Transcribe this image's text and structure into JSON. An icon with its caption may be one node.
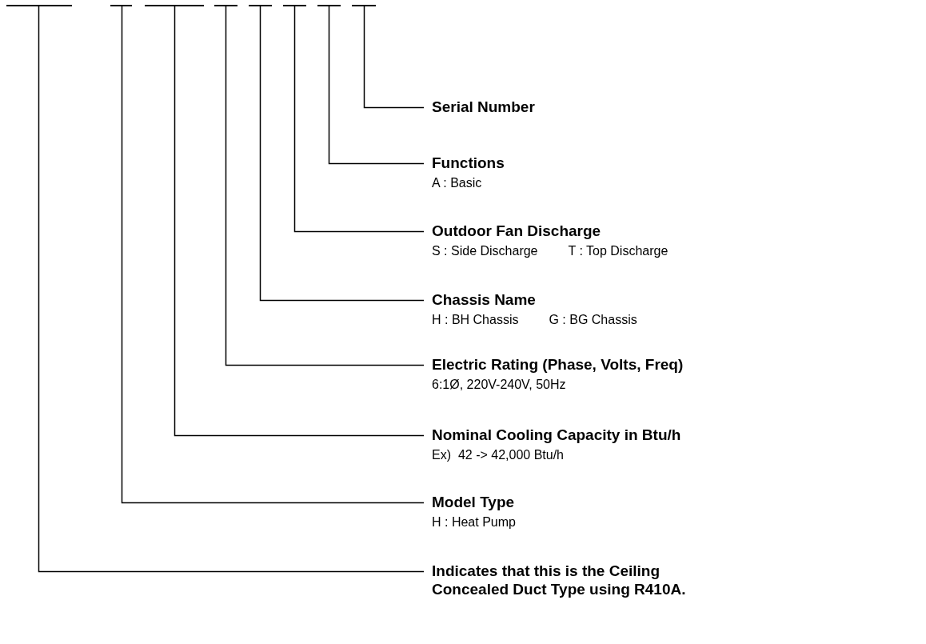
{
  "diagram": {
    "nodes": [
      {
        "text": [],
        "shape": "bar"
      },
      {
        "text": [],
        "shape": "bar"
      },
      {
        "text": [],
        "shape": "bar"
      },
      {
        "text": [],
        "shape": "bar"
      },
      {
        "text": [],
        "shape": "bar"
      },
      {
        "text": [],
        "shape": "bar"
      },
      {
        "text": [],
        "shape": "bar"
      },
      {
        "text": [],
        "shape": "bar"
      },
      {
        "text": [
          "Serial Number"
        ]
      },
      {
        "text": [
          "Functions",
          "A : Basic"
        ]
      },
      {
        "text": [
          "Outdoor Fan Discharge",
          "S : Side Discharge",
          "T : Top Discharge"
        ]
      },
      {
        "text": [
          "Chassis Name",
          "H : BH Chassis",
          "G : BG Chassis"
        ]
      },
      {
        "text": [
          "Electric Rating (Phase, Volts, Freq)",
          "6:1Ø, 220V-240V, 50Hz"
        ]
      },
      {
        "text": [
          "Nominal Cooling Capacity in Btu/h",
          "Ex)  42 -> 42,000 Btu/h"
        ]
      },
      {
        "text": [
          "Model Type",
          "H : Heat Pump"
        ]
      },
      {
        "text": [
          "Indicates that this is the Ceiling Concealed Duct Type using R410A."
        ]
      }
    ],
    "edges": [
      {
        "from": 8,
        "to": 7,
        "arrow": "none"
      },
      {
        "from": 9,
        "to": 6,
        "arrow": "none"
      },
      {
        "from": 10,
        "to": 5,
        "arrow": "none"
      },
      {
        "from": 11,
        "to": 4,
        "arrow": "none"
      },
      {
        "from": 12,
        "to": 3,
        "arrow": "none"
      },
      {
        "from": 13,
        "to": 2,
        "arrow": "none"
      },
      {
        "from": 14,
        "to": 1,
        "arrow": "none"
      },
      {
        "from": 15,
        "to": 0,
        "arrow": "none"
      }
    ]
  }
}
